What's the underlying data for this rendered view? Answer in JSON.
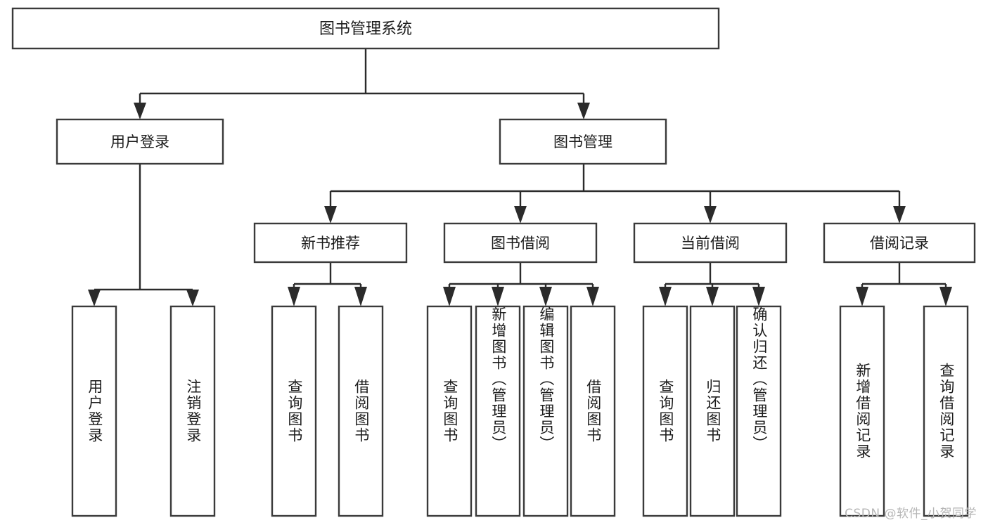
{
  "diagram": {
    "type": "tree",
    "title": "图书管理系统",
    "orientation": "top-down",
    "colors": {
      "box_stroke": "#3a3a3a",
      "box_fill": "#ffffff",
      "connector": "#2b2b2b",
      "text": "#1b1b1b",
      "background": "#ffffff",
      "watermark": "#b6b6b6"
    },
    "root": {
      "label": "图书管理系统"
    },
    "level2": [
      {
        "label": "用户登录"
      },
      {
        "label": "图书管理"
      }
    ],
    "level3": [
      {
        "label": "新书推荐"
      },
      {
        "label": "图书借阅"
      },
      {
        "label": "当前借阅"
      },
      {
        "label": "借阅记录"
      }
    ],
    "leaves": {
      "user_login": [
        {
          "label": "用户登录"
        },
        {
          "label": "注销登录"
        }
      ],
      "new_book_recommend": [
        {
          "label": "查询图书"
        },
        {
          "label": "借阅图书"
        }
      ],
      "book_borrow": [
        {
          "label": "查询图书"
        },
        {
          "label": "新增图书（管理员）"
        },
        {
          "label": "编辑图书（管理员）"
        },
        {
          "label": "借阅图书"
        }
      ],
      "current_borrow": [
        {
          "label": "查询图书"
        },
        {
          "label": "归还图书"
        },
        {
          "label": "确认归还（管理员）"
        }
      ],
      "borrow_records": [
        {
          "label": "新增借阅记录"
        },
        {
          "label": "查询借阅记录"
        }
      ]
    }
  },
  "watermark": {
    "text": "CSDN @软件_小贺同学"
  }
}
